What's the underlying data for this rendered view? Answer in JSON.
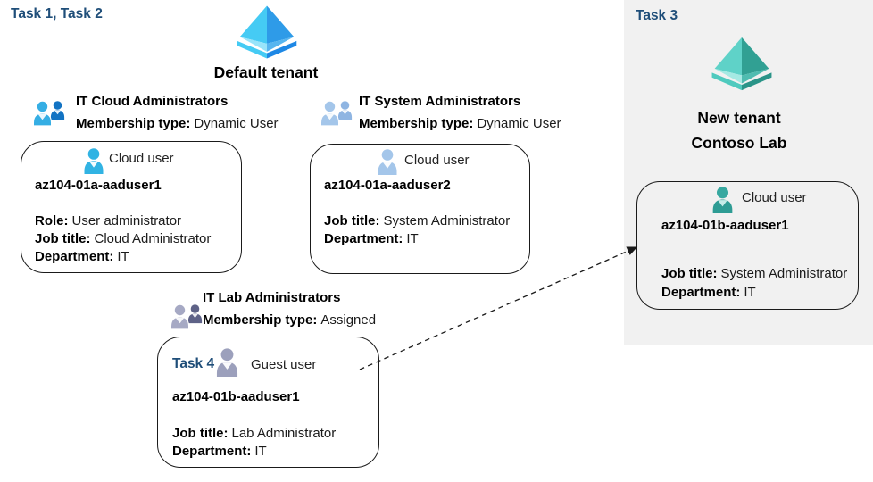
{
  "labels": {
    "task_1_2": "Task 1, Task 2",
    "task_3": "Task 3",
    "default_tenant": "Default tenant",
    "new_tenant_line1": "New tenant",
    "new_tenant_line2": "Contoso Lab"
  },
  "groups": [
    {
      "title": "IT Cloud Administrators",
      "membership_label": "Membership type:",
      "membership_value": "Dynamic User",
      "icon": "two-people-group-icon"
    },
    {
      "title": "IT System Administrators",
      "membership_label": "Membership type:",
      "membership_value": "Dynamic User",
      "icon": "two-people-group-icon"
    },
    {
      "title": "IT Lab Administrators",
      "membership_label": "Membership type:",
      "membership_value": "Assigned",
      "icon": "two-people-group-icon"
    }
  ],
  "cards": [
    {
      "user_type": "Cloud user",
      "name": "az104-01a-aaduser1",
      "icon": "person-icon",
      "fields": [
        {
          "label": "Role:",
          "value": "User administrator"
        },
        {
          "label": "Job title:",
          "value": "Cloud Administrator"
        },
        {
          "label": "Department:",
          "value": "IT"
        }
      ]
    },
    {
      "user_type": "Cloud user",
      "name": "az104-01a-aaduser2",
      "icon": "person-icon",
      "fields": [
        {
          "label": "Job title:",
          "value": "System Administrator"
        },
        {
          "label": "Department:",
          "value": "IT"
        }
      ]
    },
    {
      "user_type": "Guest user",
      "task_label": "Task 4",
      "name": "az104-01b-aaduser1",
      "icon": "person-icon",
      "fields": [
        {
          "label": "Job title:",
          "value": "Lab Administrator"
        },
        {
          "label": "Department:",
          "value": "IT"
        }
      ]
    },
    {
      "user_type": "Cloud user",
      "name": "az104-01b-aaduser1",
      "icon": "person-icon",
      "fields": [
        {
          "label": "Job title:",
          "value": "System Administrator"
        },
        {
          "label": "Department:",
          "value": "IT"
        }
      ]
    }
  ],
  "icons": {
    "tenant_blue": "azure-tenant-pyramid-icon",
    "tenant_teal": "azure-tenant-pyramid-icon",
    "group": "two-people-group-icon",
    "user": "person-icon",
    "arrow": "dashed-arrow"
  },
  "colors": {
    "task_label_blue": "#1F4E79",
    "panel_background": "#F1F1F1",
    "cloud_user_cyan": "#31B3E3",
    "cloud_user_steel_blue": "#A4C6EA",
    "guest_user_gray": "#9CA0BC",
    "cloud_user_teal": "#2E9C94",
    "tenant_icon_blue": "#2E9BE8",
    "tenant_icon_teal": "#31A093",
    "card_border": "#1A1A1A"
  }
}
